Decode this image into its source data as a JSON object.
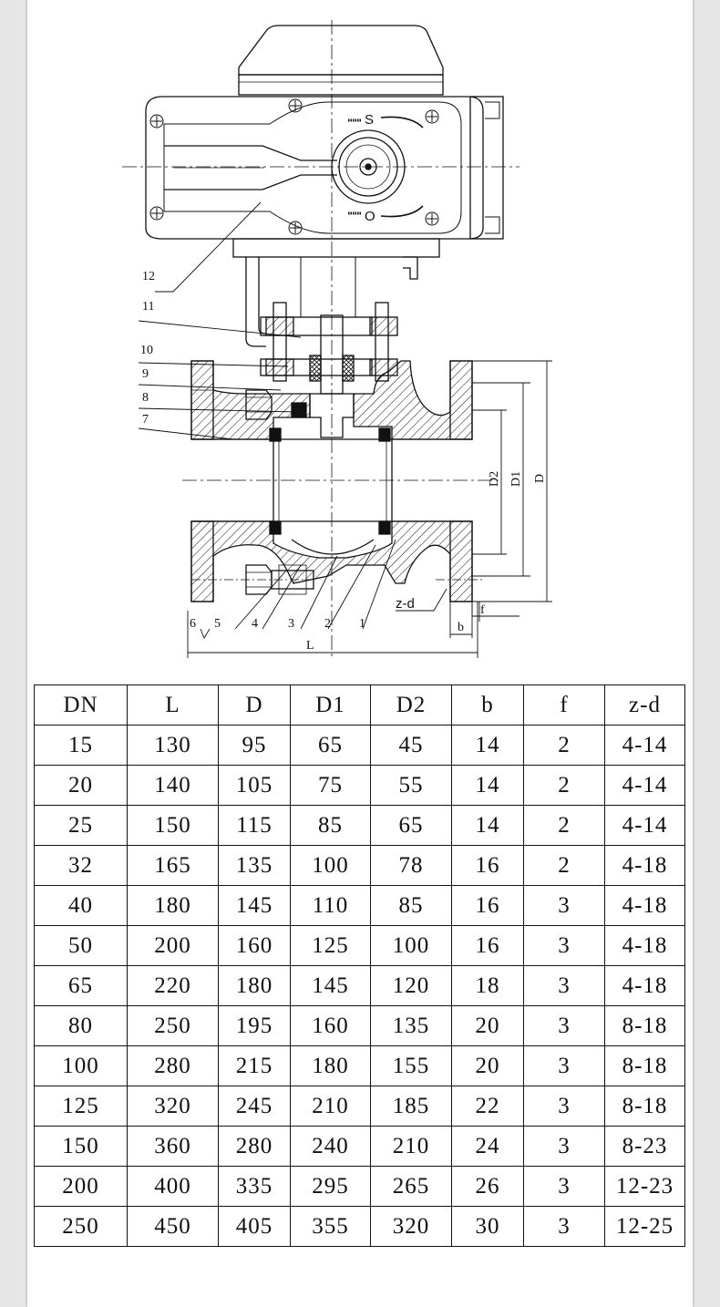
{
  "drawing": {
    "callouts": [
      "1",
      "2",
      "3",
      "4",
      "5",
      "6",
      "7",
      "8",
      "9",
      "10",
      "11",
      "12"
    ],
    "dimensions": {
      "L": "L",
      "D": "D",
      "D1": "D1",
      "D2": "D2",
      "b": "b",
      "f": "f",
      "zd": "z-d"
    },
    "position_marks": {
      "shut": "S",
      "open": "O"
    }
  },
  "table": {
    "headers": [
      "DN",
      "L",
      "D",
      "D1",
      "D2",
      "b",
      "f",
      "z-d"
    ],
    "rows": [
      [
        "15",
        "130",
        "95",
        "65",
        "45",
        "14",
        "2",
        "4-14"
      ],
      [
        "20",
        "140",
        "105",
        "75",
        "55",
        "14",
        "2",
        "4-14"
      ],
      [
        "25",
        "150",
        "115",
        "85",
        "65",
        "14",
        "2",
        "4-14"
      ],
      [
        "32",
        "165",
        "135",
        "100",
        "78",
        "16",
        "2",
        "4-18"
      ],
      [
        "40",
        "180",
        "145",
        "110",
        "85",
        "16",
        "3",
        "4-18"
      ],
      [
        "50",
        "200",
        "160",
        "125",
        "100",
        "16",
        "3",
        "4-18"
      ],
      [
        "65",
        "220",
        "180",
        "145",
        "120",
        "18",
        "3",
        "4-18"
      ],
      [
        "80",
        "250",
        "195",
        "160",
        "135",
        "20",
        "3",
        "8-18"
      ],
      [
        "100",
        "280",
        "215",
        "180",
        "155",
        "20",
        "3",
        "8-18"
      ],
      [
        "125",
        "320",
        "245",
        "210",
        "185",
        "22",
        "3",
        "8-18"
      ],
      [
        "150",
        "360",
        "280",
        "240",
        "210",
        "24",
        "3",
        "8-23"
      ],
      [
        "200",
        "400",
        "335",
        "295",
        "265",
        "26",
        "3",
        "12-23"
      ],
      [
        "250",
        "450",
        "405",
        "355",
        "320",
        "30",
        "3",
        "12-25"
      ]
    ]
  }
}
